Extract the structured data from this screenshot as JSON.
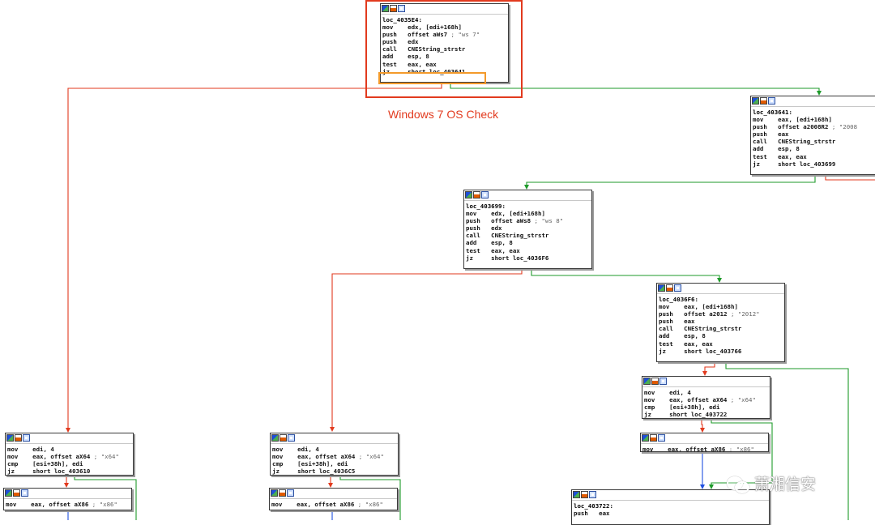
{
  "caption": "Windows 7 OS Check",
  "watermark": "萧湘信安",
  "colors": {
    "branch_true": "#1e9a2a",
    "branch_false": "#e23a1e",
    "flow": "#2050e0",
    "highlight_block": "#e23a1e",
    "highlight_line": "#f39a2b"
  },
  "blocks": [
    {
      "id": "n1",
      "lines": [
        {
          "op": "loc_4035E4:",
          "args": "",
          "cm": ""
        },
        {
          "op": "mov",
          "args": "edx, [edi+168h]",
          "cm": ""
        },
        {
          "op": "push",
          "args": "offset aWs7",
          "cm": "; \"ws 7\""
        },
        {
          "op": "push",
          "args": "edx",
          "cm": ""
        },
        {
          "op": "call",
          "args": "CNEString_strstr",
          "cm": ""
        },
        {
          "op": "add",
          "args": "esp, 8",
          "cm": ""
        },
        {
          "op": "test",
          "args": "eax, eax",
          "cm": ""
        },
        {
          "op": "jz",
          "args": "short loc_403641",
          "cm": ""
        }
      ]
    },
    {
      "id": "n2",
      "lines": [
        {
          "op": "loc_403641:",
          "args": "",
          "cm": ""
        },
        {
          "op": "mov",
          "args": "eax, [edi+168h]",
          "cm": ""
        },
        {
          "op": "push",
          "args": "offset a2008R2",
          "cm": "; \"2008"
        },
        {
          "op": "push",
          "args": "eax",
          "cm": ""
        },
        {
          "op": "call",
          "args": "CNEString_strstr",
          "cm": ""
        },
        {
          "op": "add",
          "args": "esp, 8",
          "cm": ""
        },
        {
          "op": "test",
          "args": "eax, eax",
          "cm": ""
        },
        {
          "op": "jz",
          "args": "short loc_403699",
          "cm": ""
        }
      ]
    },
    {
      "id": "n3",
      "lines": [
        {
          "op": "loc_403699:",
          "args": "",
          "cm": ""
        },
        {
          "op": "mov",
          "args": "edx, [edi+168h]",
          "cm": ""
        },
        {
          "op": "push",
          "args": "offset aWs8",
          "cm": "; \"ws 8\""
        },
        {
          "op": "push",
          "args": "edx",
          "cm": ""
        },
        {
          "op": "call",
          "args": "CNEString_strstr",
          "cm": ""
        },
        {
          "op": "add",
          "args": "esp, 8",
          "cm": ""
        },
        {
          "op": "test",
          "args": "eax, eax",
          "cm": ""
        },
        {
          "op": "jz",
          "args": "short loc_4036F6",
          "cm": ""
        }
      ]
    },
    {
      "id": "n4",
      "lines": [
        {
          "op": "loc_4036F6:",
          "args": "",
          "cm": ""
        },
        {
          "op": "mov",
          "args": "eax, [edi+168h]",
          "cm": ""
        },
        {
          "op": "push",
          "args": "offset a2012",
          "cm": "; \"2012\""
        },
        {
          "op": "push",
          "args": "eax",
          "cm": ""
        },
        {
          "op": "call",
          "args": "CNEString_strstr",
          "cm": ""
        },
        {
          "op": "add",
          "args": "esp, 8",
          "cm": ""
        },
        {
          "op": "test",
          "args": "eax, eax",
          "cm": ""
        },
        {
          "op": "jz",
          "args": "short loc_403766",
          "cm": ""
        }
      ]
    },
    {
      "id": "n5",
      "lines": [
        {
          "op": "mov",
          "args": "edi, 4",
          "cm": ""
        },
        {
          "op": "mov",
          "args": "eax, offset aX64",
          "cm": "; \"x64\""
        },
        {
          "op": "cmp",
          "args": "[esi+38h], edi",
          "cm": ""
        },
        {
          "op": "jz",
          "args": "short loc_403722",
          "cm": ""
        }
      ]
    },
    {
      "id": "n6",
      "lines": [
        {
          "op": "mov",
          "args": "eax, offset aX86",
          "cm": "; \"x86\""
        }
      ]
    },
    {
      "id": "n7",
      "lines": [
        {
          "op": "mov",
          "args": "edi, 4",
          "cm": ""
        },
        {
          "op": "mov",
          "args": "eax, offset aX64",
          "cm": "; \"x64\""
        },
        {
          "op": "cmp",
          "args": "[esi+38h], edi",
          "cm": ""
        },
        {
          "op": "jz",
          "args": "short loc_403610",
          "cm": ""
        }
      ]
    },
    {
      "id": "n8",
      "lines": [
        {
          "op": "mov",
          "args": "eax, offset aX86",
          "cm": "; \"x86\""
        }
      ]
    },
    {
      "id": "n9",
      "lines": [
        {
          "op": "mov",
          "args": "edi, 4",
          "cm": ""
        },
        {
          "op": "mov",
          "args": "eax, offset aX64",
          "cm": "; \"x64\""
        },
        {
          "op": "cmp",
          "args": "[esi+38h], edi",
          "cm": ""
        },
        {
          "op": "jz",
          "args": "short loc_4036C5",
          "cm": ""
        }
      ]
    },
    {
      "id": "n10",
      "lines": [
        {
          "op": "mov",
          "args": "eax, offset aX86",
          "cm": "; \"x86\""
        }
      ]
    },
    {
      "id": "n11",
      "lines": [
        {
          "op": "loc_403722:",
          "args": "",
          "cm": ""
        },
        {
          "op": "push",
          "args": "eax",
          "cm": ""
        }
      ]
    }
  ]
}
